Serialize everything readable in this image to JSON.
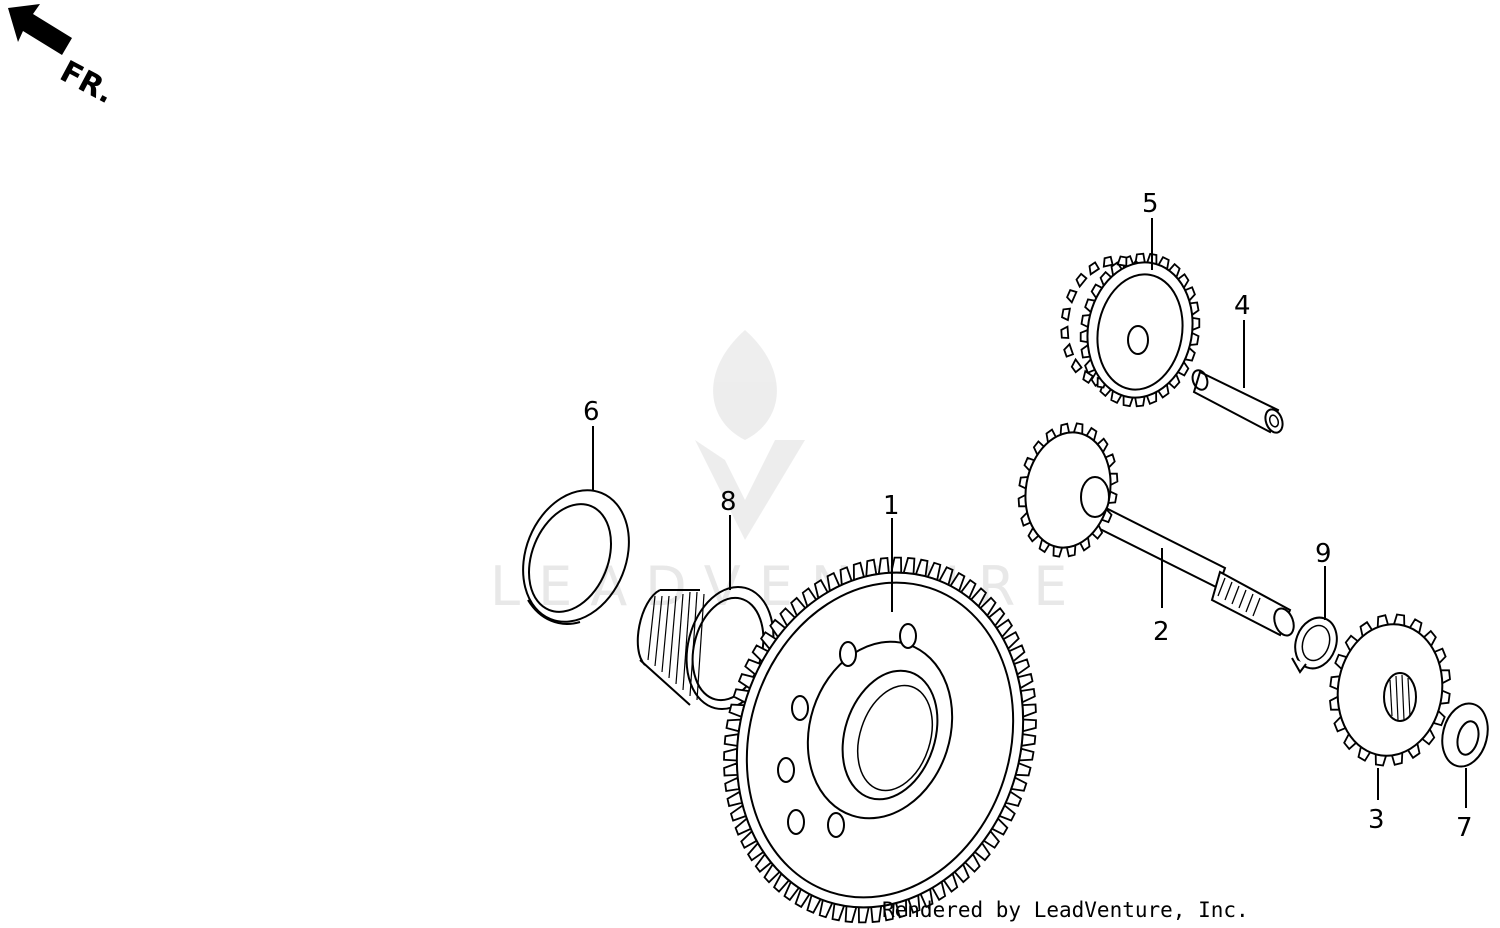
{
  "diagram": {
    "orientation_label": "FR.",
    "credit": "Rendered by LeadVenture, Inc.",
    "watermark": "LEADVENTURE",
    "callouts": [
      "1",
      "2",
      "3",
      "4",
      "5",
      "6",
      "7",
      "8",
      "9"
    ]
  }
}
